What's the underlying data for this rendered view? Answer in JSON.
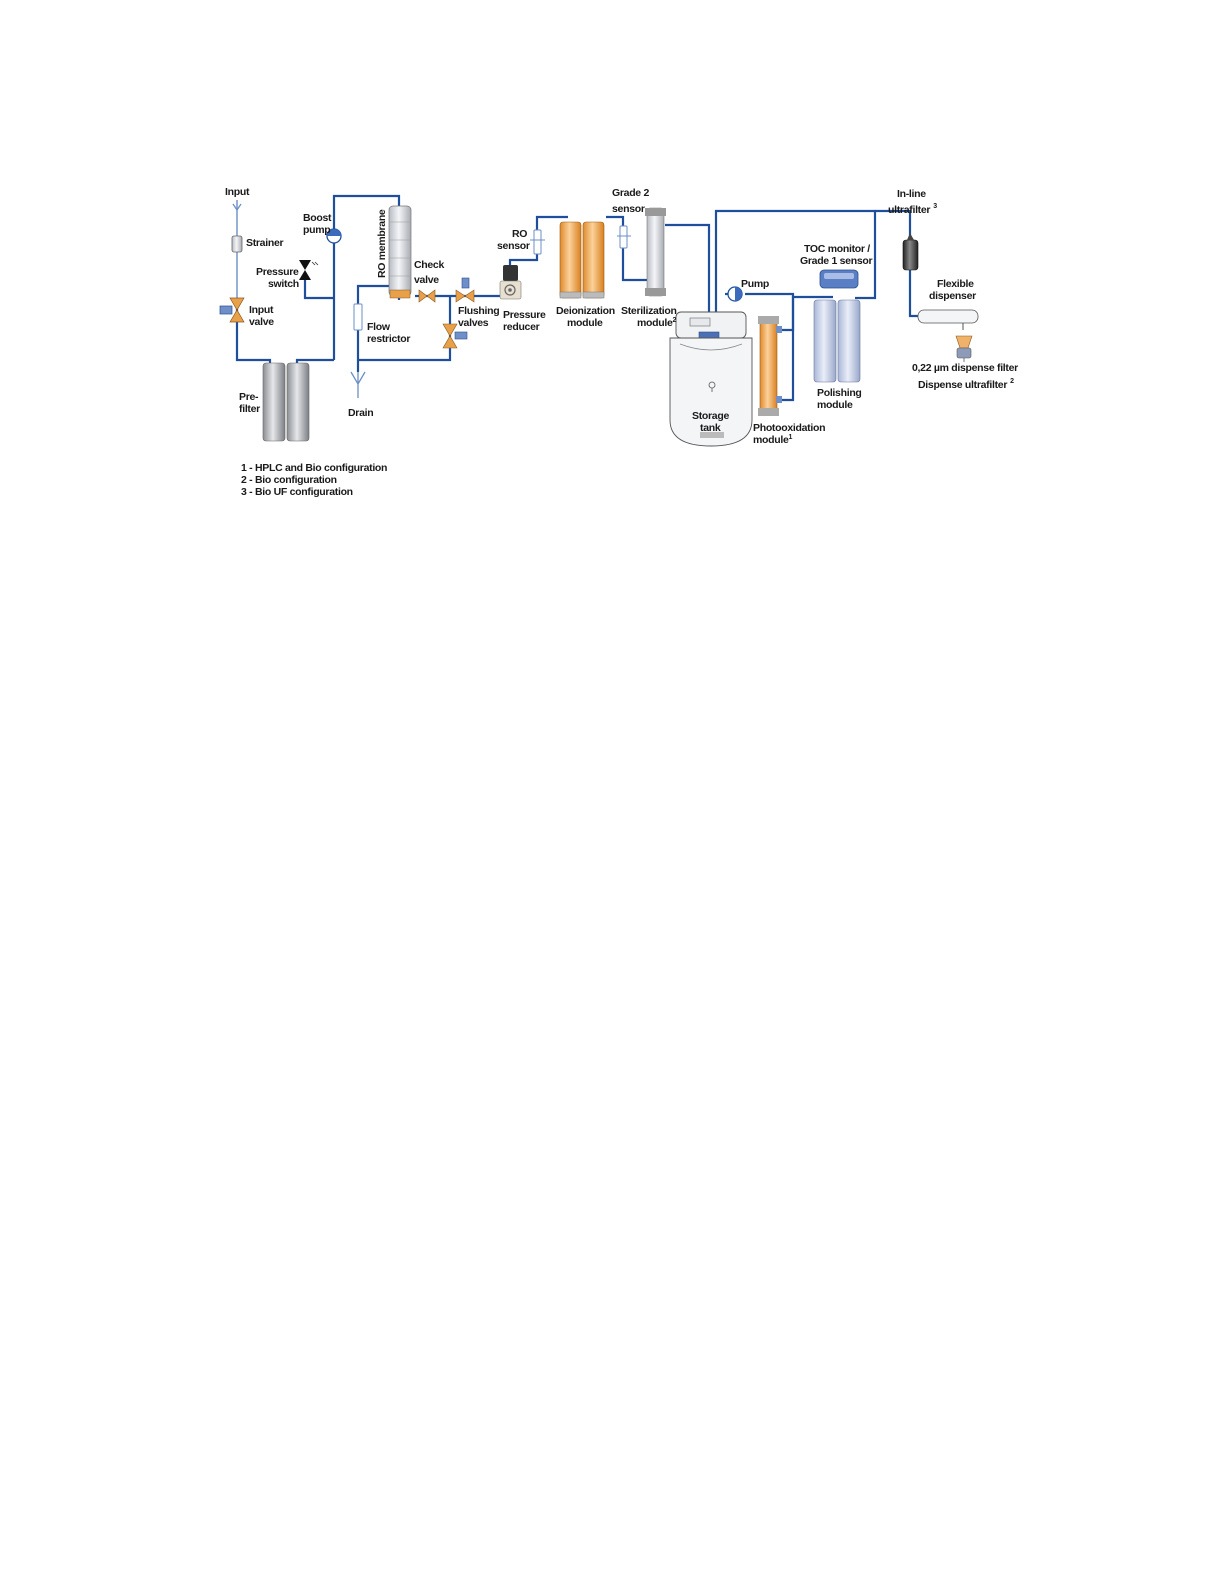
{
  "labels": {
    "input": "Input",
    "strainer": "Strainer",
    "pressure_switch_1": "Pressure",
    "pressure_switch_2": "switch",
    "input_valve_1": "Input",
    "input_valve_2": "valve",
    "prefilter_1": "Pre-",
    "prefilter_2": "filter",
    "boost_pump_1": "Boost",
    "boost_pump_2": "pump",
    "ro_membrane": "RO membrane",
    "check_valve_1": "Check",
    "check_valve_2": "valve",
    "flow_restrictor_1": "Flow",
    "flow_restrictor_2": "restrictor",
    "drain": "Drain",
    "flushing_valves_1": "Flushing",
    "flushing_valves_2": "valves",
    "pressure_reducer_1": "Pressure",
    "pressure_reducer_2": "reducer",
    "ro_sensor_1": "RO",
    "ro_sensor_2": "sensor",
    "deionization_1": "Deionization",
    "deionization_2": "module",
    "grade2_sensor_1": "Grade 2",
    "grade2_sensor_2": "sensor",
    "sterilization_1": "Sterilization",
    "sterilization_2": "module",
    "sterilization_sup": "2",
    "pump": "Pump",
    "storage_tank_1": "Storage",
    "storage_tank_2": "tank",
    "photooxidation_1": "Photooxidation",
    "photooxidation_2": "module",
    "photooxidation_sup": "1",
    "toc_monitor_1": "TOC monitor /",
    "toc_monitor_2": "Grade 1 sensor",
    "polishing_1": "Polishing",
    "polishing_2": "module",
    "inline_uf_1": "In-line",
    "inline_uf_2": "ultrafilter",
    "inline_uf_sup": "3",
    "flexible_dispenser_1": "Flexible",
    "flexible_dispenser_2": "dispenser",
    "dispense_filter": "0,22 µm dispense filter",
    "dispense_uf": "Dispense ultrafilter",
    "dispense_uf_sup": "2"
  },
  "legend": [
    "1 - HPLC and Bio configuration",
    "2 - Bio configuration",
    "3 - Bio UF configuration"
  ],
  "colors": {
    "pipe": "#1f4f9c",
    "valve": "#e8a04a",
    "deionization": "#f0a95a",
    "polishing": "#c8d3ea"
  }
}
